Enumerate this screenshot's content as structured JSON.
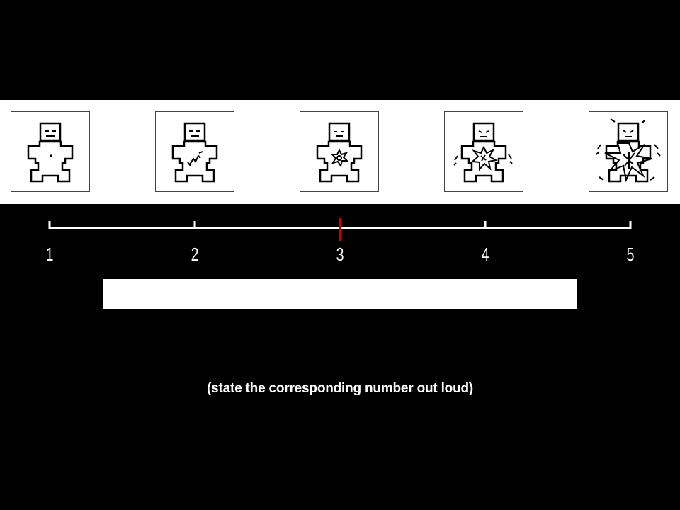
{
  "figures": [
    {
      "level": 1,
      "icon": "no-pain-figure-icon"
    },
    {
      "level": 2,
      "icon": "mild-pain-figure-icon"
    },
    {
      "level": 3,
      "icon": "moderate-pain-figure-icon"
    },
    {
      "level": 4,
      "icon": "severe-pain-figure-icon"
    },
    {
      "level": 5,
      "icon": "extreme-pain-figure-icon"
    }
  ],
  "scale": {
    "labels": [
      "1",
      "2",
      "3",
      "4",
      "5"
    ],
    "selected": 3,
    "selected_color": "#d00000",
    "line_color": "#ffffff"
  },
  "answer": {
    "value": ""
  },
  "instruction": "(state the corresponding number out loud)"
}
